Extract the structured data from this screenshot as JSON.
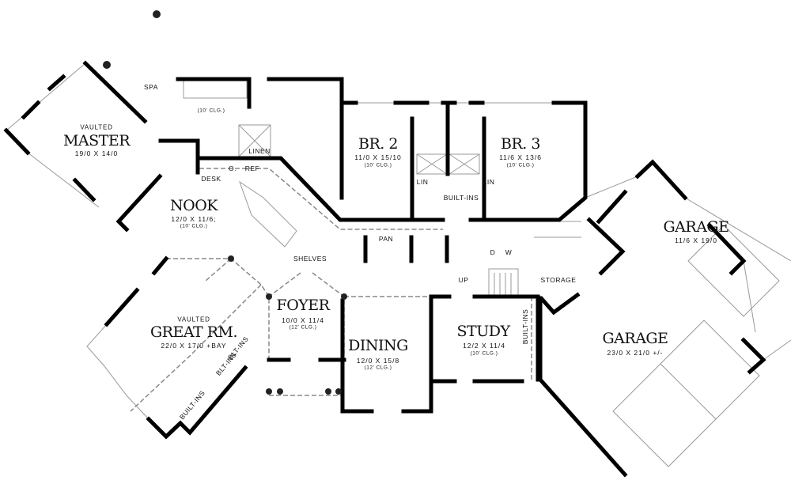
{
  "rooms": {
    "master": {
      "prefix": "VAULTED",
      "name": "MASTER",
      "dims": "19/0 X 14/0"
    },
    "master_bath": {
      "ceiling": "(10' CLG.)"
    },
    "br2": {
      "name": "BR. 2",
      "dims": "11/0 X 15/10",
      "ceiling": "(10' CLG.)"
    },
    "br3": {
      "name": "BR. 3",
      "dims": "11/6 X 13/6",
      "ceiling": "(10' CLG.)"
    },
    "nook": {
      "name": "NOOK",
      "dims": "12/0 X 11/6;",
      "ceiling": "(10' CLG.)"
    },
    "great_room": {
      "prefix": "VAULTED",
      "name": "GREAT RM.",
      "dims": "22/0 X 17/0 +BAY"
    },
    "foyer": {
      "name": "FOYER",
      "dims": "10/0 X 11/4",
      "ceiling": "(12' CLG.)"
    },
    "dining": {
      "name": "DINING",
      "dims": "12/0 X 15/8",
      "ceiling": "(12' CLG.)"
    },
    "study": {
      "name": "STUDY",
      "dims": "12/2 X 11/4",
      "ceiling": "(10' CLG.)"
    },
    "garage_small": {
      "name": "GARAGE",
      "dims": "11/6 X 19/0"
    },
    "garage_large": {
      "name": "GARAGE",
      "dims": "23/0 X 21/0 +/-"
    }
  },
  "annotations": {
    "spa": "SPA",
    "linen": "LINEN",
    "oven": "O.",
    "ref": "REF",
    "desk": "DESK",
    "pantry": "PAN",
    "shelves": "SHELVES",
    "lin_left": "LIN",
    "lin_right": "LIN",
    "built_ins_hall": "BUILT-INS",
    "dryer": "D",
    "washer": "W",
    "up": "UP",
    "storage": "STORAGE",
    "blt_ins_upper": "BLT-INS",
    "blt_ins_lower": "BLT-INS",
    "built_ins_great": "BUILT-INS",
    "built_ins_study": "BUILT-INS"
  }
}
